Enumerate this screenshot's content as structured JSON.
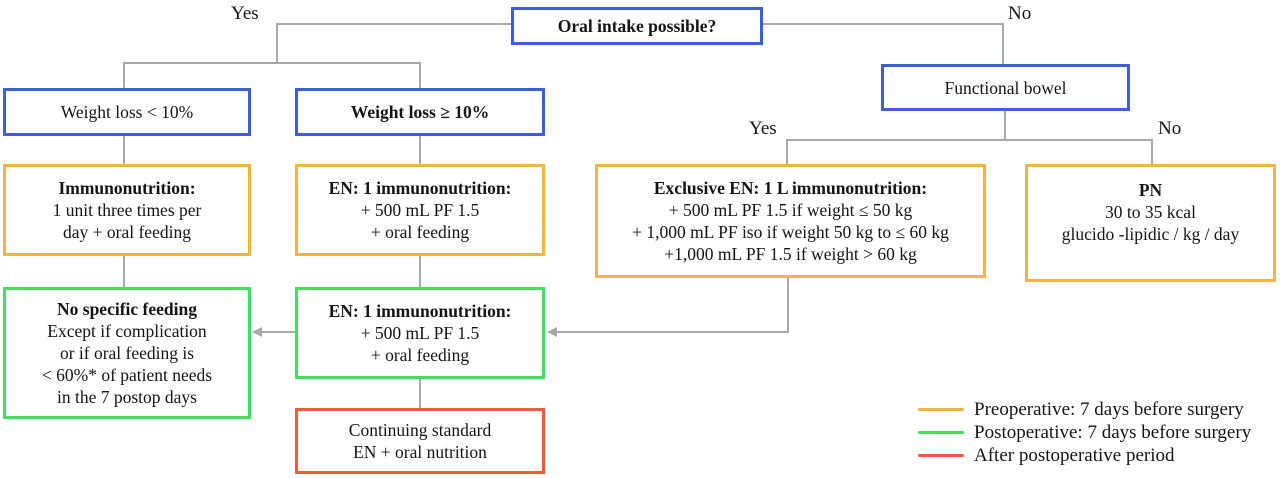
{
  "colors": {
    "decision_border": "#3c5fd8",
    "preoperative_border": "#f2b544",
    "postoperative_border": "#45dc63",
    "after_postop_border": "#f15b3d",
    "connector_gray": "#a9a9a9"
  },
  "labels": {
    "yes_top": "Yes",
    "no_top": "No",
    "yes_bowel": "Yes",
    "no_bowel": "No"
  },
  "boxes": {
    "oral_intake": {
      "lines": [
        "Oral intake possible?"
      ]
    },
    "weight_loss_low": {
      "lines": [
        "Weight loss < 10%"
      ]
    },
    "weight_loss_high": {
      "lines": [
        "Weight loss ≥ 10%"
      ]
    },
    "functional_bowel": {
      "lines": [
        "Functional bowel"
      ]
    },
    "immunonutrition": {
      "lines": [
        "Immunonutrition:",
        "1 unit three times per",
        "day + oral feeding"
      ]
    },
    "en_immuno_pre": {
      "lines": [
        "EN: 1 immunonutrition:",
        "+ 500 mL PF 1.5",
        "+ oral feeding"
      ]
    },
    "exclusive_en": {
      "lines": [
        "Exclusive EN: 1 L immunonutrition:",
        "+ 500 mL PF 1.5 if weight ≤ 50 kg",
        "+ 1,000 mL PF iso if weight 50 kg to ≤ 60 kg",
        "+1,000 mL PF 1.5 if weight > 60 kg"
      ]
    },
    "pn": {
      "lines": [
        "PN",
        "30 to 35 kcal",
        "glucido -lipidic / kg / day"
      ]
    },
    "no_specific_feeding": {
      "lines": [
        "No specific feeding",
        "Except if complication",
        "or if oral feeding is",
        "< 60%* of patient needs",
        "in the 7 postop days"
      ]
    },
    "en_immuno_post": {
      "lines": [
        "EN: 1 immunonutrition:",
        "+ 500 mL PF 1.5",
        "+ oral feeding"
      ]
    },
    "continuing_standard": {
      "lines": [
        "Continuing standard",
        "EN + oral nutrition"
      ]
    }
  },
  "legend": {
    "items": [
      {
        "color": "#f2b544",
        "label": "Preoperative: 7 days before surgery"
      },
      {
        "color": "#45dc63",
        "label": "Postoperative: 7 days before surgery"
      },
      {
        "color": "#f15b3d",
        "label": "After postoperative period"
      }
    ]
  }
}
